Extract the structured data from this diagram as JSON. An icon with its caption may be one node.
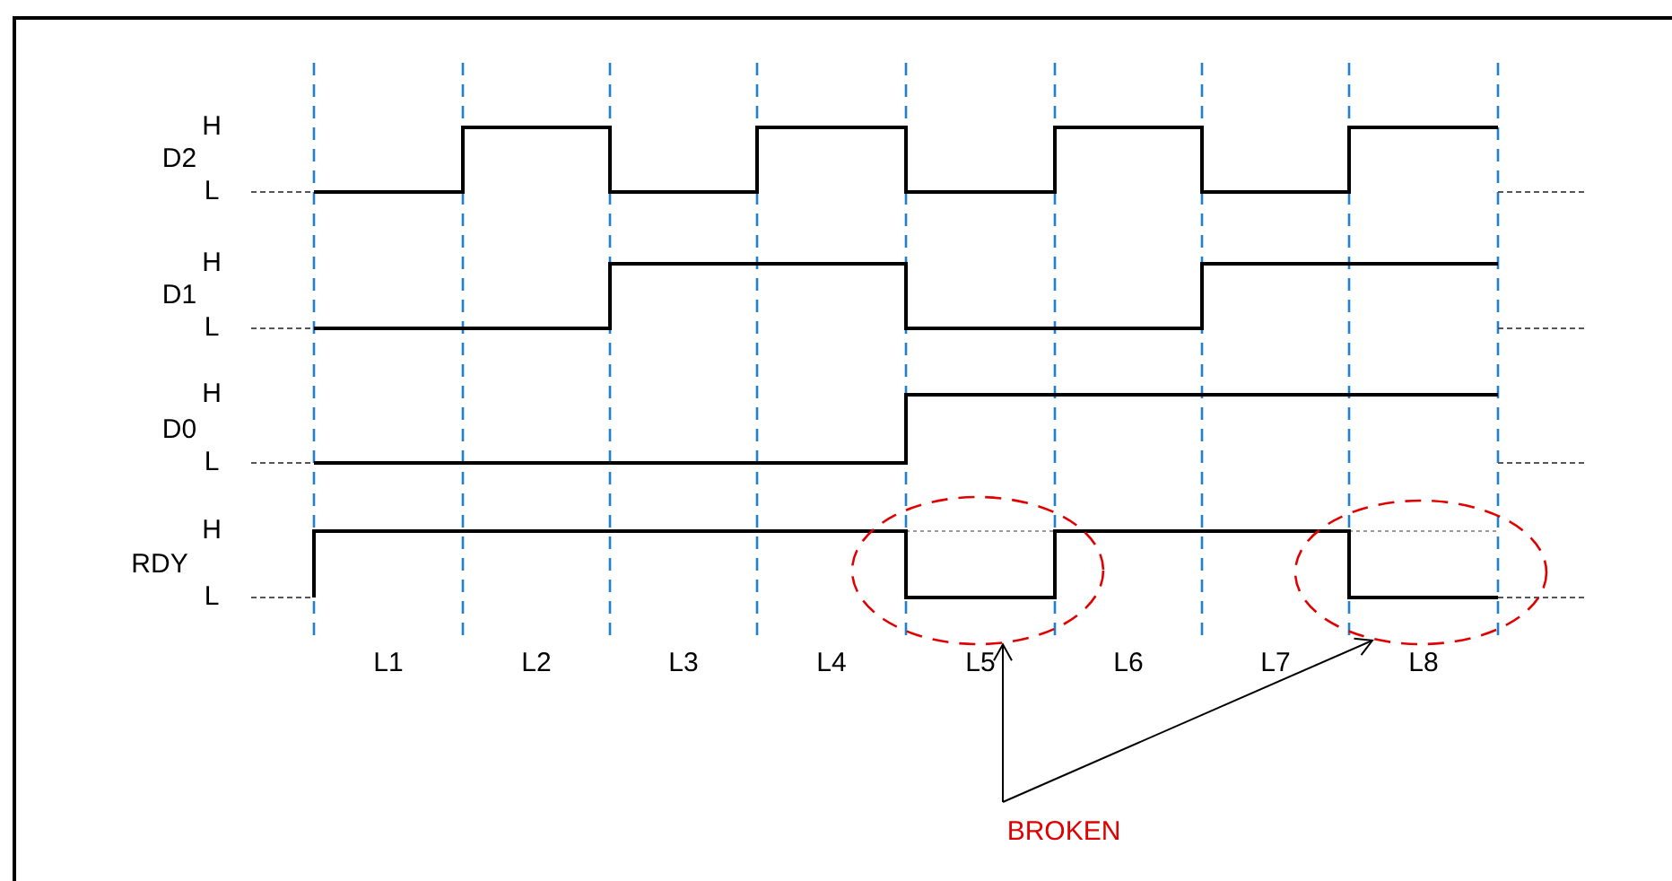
{
  "diagram": {
    "nodes": [
      {
        "text": [
          "BROKEN"
        ]
      },
      {
        "text": [],
        "shape": "circle"
      },
      {
        "text": [],
        "shape": "circle"
      }
    ],
    "edges": [
      {
        "from": 0,
        "to": 1,
        "arrow": "to"
      },
      {
        "from": 0,
        "to": 2,
        "arrow": "to"
      }
    ],
    "labels": [
      "D2",
      "H",
      "L",
      "D1",
      "H",
      "L",
      "D0",
      "H",
      "L",
      "RDY",
      "H",
      "L",
      "L1",
      "L2",
      "L3",
      "L4",
      "L5",
      "L6",
      "L7",
      "L8"
    ]
  }
}
